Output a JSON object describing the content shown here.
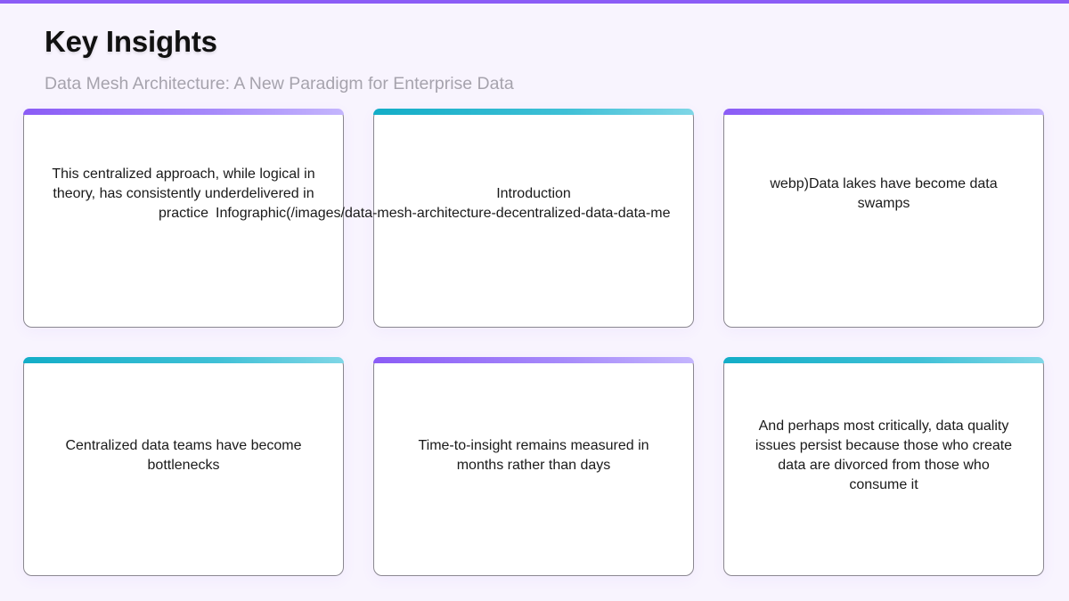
{
  "header": {
    "title": "Key Insights",
    "subtitle": "Data Mesh Architecture: A New Paradigm for Enterprise Data"
  },
  "colors": {
    "accent_purple": "#8b5cf6",
    "accent_teal": "#13adc7",
    "background": "#f8f4fe"
  },
  "cards": [
    {
      "accent": "purple",
      "text": "This centralized approach, while logical in theory, has consistently underdelivered in practice"
    },
    {
      "accent": "teal",
      "text_line1": "Introduction",
      "text_line2": "Infographic(/images/data-mesh-architecture-decentralized-data-data-me"
    },
    {
      "accent": "purple",
      "text": "webp)Data lakes have become data swamps"
    },
    {
      "accent": "teal",
      "text": "Centralized data teams have become bottlenecks"
    },
    {
      "accent": "purple",
      "text": "Time-to-insight remains measured in months rather than days"
    },
    {
      "accent": "teal",
      "text": "And perhaps most critically, data quality issues persist because those who create data are divorced from those who consume it"
    }
  ]
}
